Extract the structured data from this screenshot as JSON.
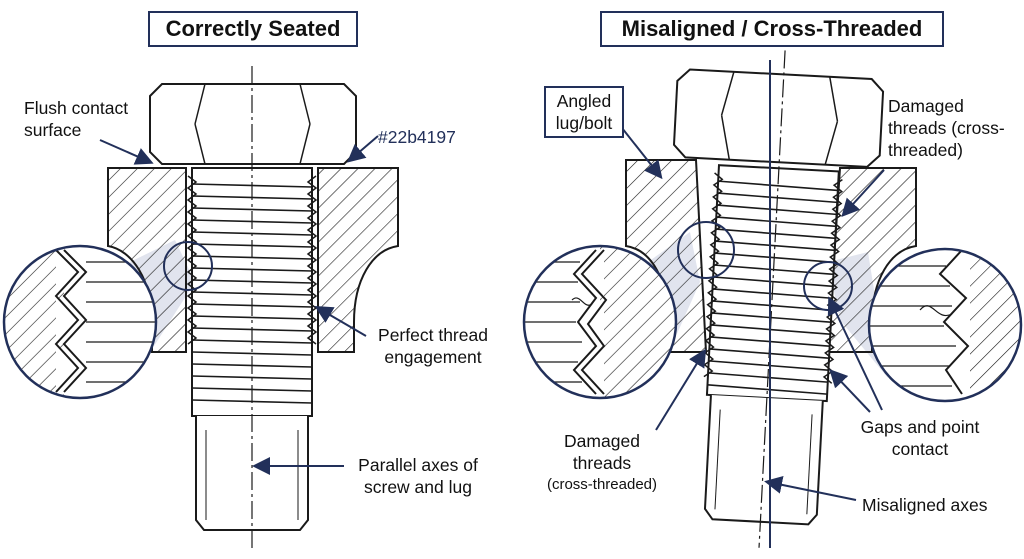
{
  "left_panel": {
    "title": "Correctly Seated",
    "flush_line1": "Flush contact",
    "flush_line2": "surface",
    "color_tag": "#22b4197",
    "perfect_line1": "Perfect thread",
    "perfect_line2": "engagement",
    "parallel_line1": "Parallel axes of",
    "parallel_line2": "screw and lug"
  },
  "right_panel": {
    "title": "Misaligned / Cross-Threaded",
    "angled_line1": "Angled",
    "angled_line2": "lug/bolt",
    "dmg_top_line1": "Damaged",
    "dmg_top_line2": "threads (cross-",
    "dmg_top_line3": "threaded)",
    "dmg_bottom_line1": "Damaged",
    "dmg_bottom_line2": "threads",
    "dmg_bottom_line3": "(cross-threaded)",
    "gaps_line1": "Gaps and point",
    "gaps_line2": "contact",
    "misaligned": "Misaligned axes"
  },
  "colors": {
    "accent": "#22305a",
    "line": "#1a1a1a",
    "callout_shade": "#c9cde0"
  }
}
